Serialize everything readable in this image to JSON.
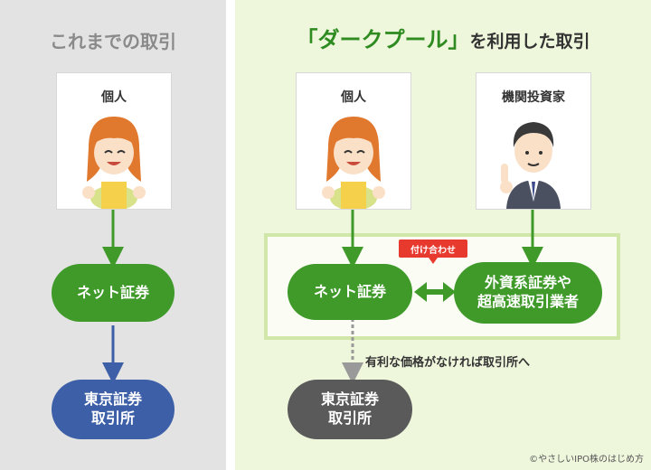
{
  "left": {
    "title": "これまでの取引",
    "card_label": "個人",
    "broker": "ネット証券",
    "exchange_line1": "東京証券",
    "exchange_line2": "取引所"
  },
  "right": {
    "title_prefix": "「ダークプール」",
    "title_suffix": "を利用した取引",
    "card_individual": "個人",
    "card_institution": "機関投資家",
    "broker": "ネット証券",
    "foreign_line1": "外資系証券や",
    "foreign_line2": "超高速取引業者",
    "match_tag": "付け合わせ",
    "note": "有利な価格がなければ取引所へ",
    "exchange_line1": "東京証券",
    "exchange_line2": "取引所"
  },
  "credit": "©やさしいIPO株のはじめ方",
  "colors": {
    "green": "#3f9a2a",
    "blue": "#3c5fa8",
    "gray": "#5a5a5a",
    "red": "#e8392e",
    "right_bg": "#eef6dc",
    "left_bg": "#e3e3e3"
  }
}
